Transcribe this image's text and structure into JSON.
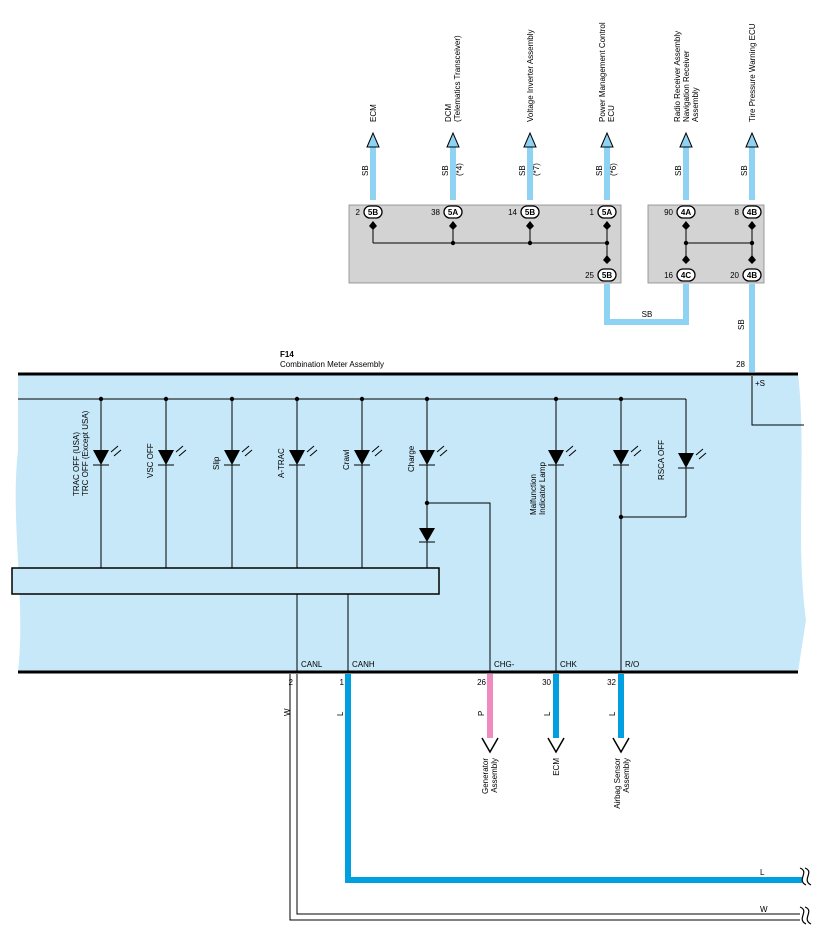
{
  "colors": {
    "sb_wire": "#8fd3f4",
    "l_wire": "#00a0e0",
    "p_wire": "#f08bbf",
    "meter_fill": "#c7e8f8",
    "junction_fill": "#d3d3d3"
  },
  "top_destinations": [
    {
      "label": "ECM",
      "label2": "",
      "wire": "SB",
      "note": ""
    },
    {
      "label": "DCM",
      "label2": "(Telematics Transceiver)",
      "wire": "SB",
      "note": "(*4)"
    },
    {
      "label": "Voltage Inverter Assembly",
      "label2": "",
      "wire": "SB",
      "note": "(*7)"
    },
    {
      "label": "Power Management Control",
      "label2": "ECU",
      "wire": "SB",
      "note": "(*6)"
    },
    {
      "label": "Radio Receiver Assembly",
      "label2": "Navigation Receiver",
      "label3": "Assembly",
      "wire": "SB",
      "note": ""
    },
    {
      "label": "Tire Pressure Warning ECU",
      "label2": "",
      "wire": "SB",
      "note": ""
    }
  ],
  "junction_left": {
    "top_pins": [
      {
        "pin": "2",
        "conn": "5B"
      },
      {
        "pin": "38",
        "conn": "5A"
      },
      {
        "pin": "14",
        "conn": "5B"
      },
      {
        "pin": "1",
        "conn": "5A"
      }
    ],
    "bottom_pin": {
      "pin": "25",
      "conn": "5B"
    }
  },
  "junction_right": {
    "top_pins": [
      {
        "pin": "90",
        "conn": "4A"
      },
      {
        "pin": "8",
        "conn": "4B"
      }
    ],
    "bottom_pins": [
      {
        "pin": "16",
        "conn": "4C"
      },
      {
        "pin": "20",
        "conn": "4B"
      }
    ]
  },
  "link_wire_label": "SB",
  "vertical_wire_label": "SB",
  "meter": {
    "id": "F14",
    "name": "Combination Meter Assembly",
    "power_pin": "28",
    "power_label": "+S",
    "lamps": [
      {
        "label": "TRAC OFF (USA)",
        "label2": "TRC OFF (Except USA)"
      },
      {
        "label": "VSC OFF",
        "label2": ""
      },
      {
        "label": "Slip",
        "label2": ""
      },
      {
        "label": "A-TRAC",
        "label2": ""
      },
      {
        "label": "Crawl",
        "label2": ""
      },
      {
        "label": "Charge",
        "label2": ""
      },
      {
        "label": "Malfunction",
        "label2": "Indicator Lamp"
      },
      {
        "label": "RSCA OFF",
        "label2": ""
      }
    ],
    "terminals": [
      {
        "name": "CANL",
        "pin": "2",
        "wire": "W"
      },
      {
        "name": "CANH",
        "pin": "1",
        "wire": "L"
      },
      {
        "name": "CHG-",
        "pin": "26",
        "wire": "P"
      },
      {
        "name": "CHK",
        "pin": "30",
        "wire": "L"
      },
      {
        "name": "R/O",
        "pin": "32",
        "wire": "L"
      }
    ]
  },
  "bottom_destinations": [
    {
      "label": "Generator",
      "label2": "Assembly"
    },
    {
      "label": "ECM",
      "label2": ""
    },
    {
      "label": "Airbag Sensor",
      "label2": "Assembly"
    }
  ],
  "bus_labels": {
    "l": "L",
    "w": "W"
  }
}
